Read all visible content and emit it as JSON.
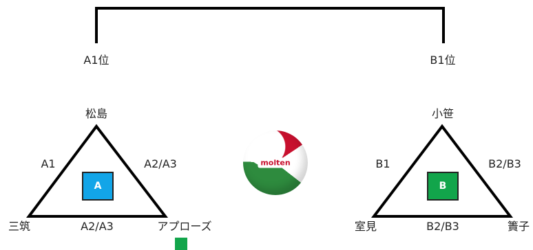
{
  "top_labels": {
    "left": "A1位",
    "right": "B1位"
  },
  "group_a": {
    "top": "松島",
    "bottom_left": "三筑",
    "bottom_right": "アプローズ",
    "side_left": "A1",
    "side_right": "A2/A3",
    "side_bottom": "A2/A3",
    "box_label": "A",
    "box_color": "#12a5e8"
  },
  "group_b": {
    "top": "小笹",
    "bottom_left": "室見",
    "bottom_right": "簀子",
    "side_left": "B1",
    "side_right": "B2/B3",
    "side_bottom": "B2/B3",
    "box_label": "B",
    "box_color": "#12a54b"
  },
  "ball": {
    "brand": "molten"
  },
  "colors": {
    "line": "#000000",
    "marker_square": "#12a54b"
  }
}
